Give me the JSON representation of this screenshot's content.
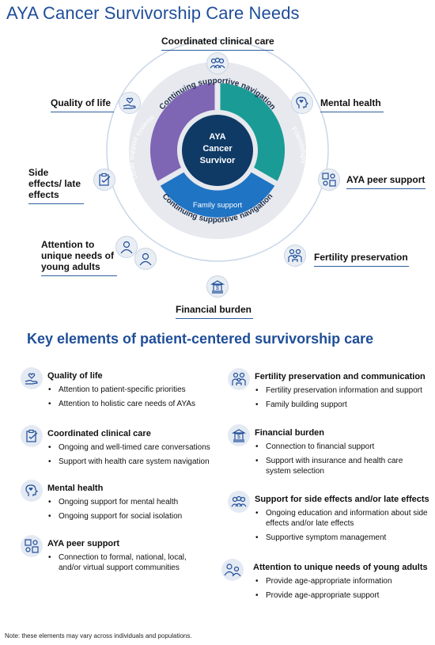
{
  "title": "AYA Cancer Survivorship Care Needs",
  "diagram": {
    "center": [
      "AYA",
      "Cancer",
      "Survivor"
    ],
    "segments": {
      "friendships": "Friendships",
      "family": "Family support",
      "other": "Other support systems"
    },
    "ring_top": "Continuing supportive navigation",
    "ring_bottom": "Continuing supportive navigation",
    "nodes": {
      "coordinated": "Coordinated clinical care",
      "mental": "Mental health",
      "peer": "AYA peer support",
      "fertility": "Fertility preservation",
      "financial": "Financial burden",
      "attention": "Attention to unique needs of young adults",
      "side_effects": "Side effects/ late effects",
      "quality": "Quality of life"
    },
    "colors": {
      "friendships": "#1b9b96",
      "family": "#1f74c4",
      "other": "#7e66b5",
      "center": "#0f3a66",
      "ring": "#e7e9ee",
      "accent": "#1f4e99"
    }
  },
  "key_elements": {
    "title": "Key elements of patient-centered survivorship care",
    "left": [
      {
        "icon": "heart-hand-icon",
        "title": "Quality of life",
        "bullets": [
          "Attention to patient-specific priorities",
          "Attention to holistic care needs of AYAs"
        ]
      },
      {
        "icon": "clipboard-icon",
        "title": "Coordinated clinical care",
        "bullets": [
          "Ongoing and well-timed care conversations",
          "Support with health care system navigation"
        ]
      },
      {
        "icon": "head-heart-icon",
        "title": "Mental health",
        "bullets": [
          "Ongoing support for mental health",
          "Ongoing support for social isolation"
        ]
      },
      {
        "icon": "peer-group-icon",
        "title": "AYA peer support",
        "bullets": [
          "Connection to formal, national, local, and/or virtual support communities"
        ]
      }
    ],
    "right": [
      {
        "icon": "family-icon",
        "title": "Fertility preservation and communication",
        "bullets": [
          "Fertility preservation information and support",
          "Family building support"
        ]
      },
      {
        "icon": "bank-icon",
        "title": "Financial burden",
        "bullets": [
          "Connection to financial support",
          "Support with insurance and health care system selection"
        ]
      },
      {
        "icon": "team-icon",
        "title": "Support for side effects and/or late effects",
        "bullets": [
          "Ongoing education and information about side effects and/or late effects",
          "Supportive symptom management"
        ]
      },
      {
        "icon": "young-adults-icon",
        "title": "Attention to unique needs of young adults",
        "bullets": [
          "Provide age-appropriate information",
          "Provide age-appropriate support"
        ]
      }
    ]
  },
  "note": "Note: these elements may vary across individuals and populations."
}
